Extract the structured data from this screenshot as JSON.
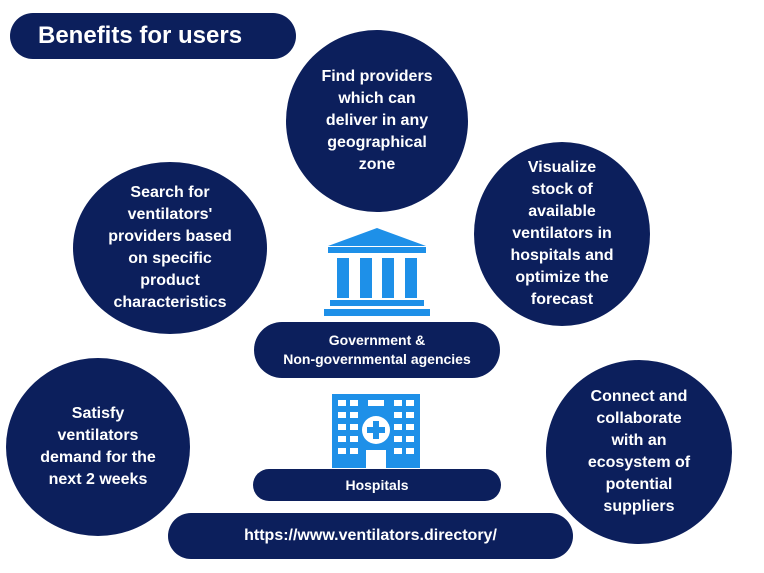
{
  "title": "Benefits for users",
  "benefits": {
    "find": [
      "Find providers",
      "which can",
      "deliver in any",
      "geographical",
      "zone"
    ],
    "search": [
      "Search for",
      "ventilators'",
      "providers based",
      "on specific",
      "product",
      "characteristics"
    ],
    "visualize": [
      "Visualize",
      "stock of",
      "available",
      "ventilators in",
      "hospitals and",
      "optimize the",
      "forecast"
    ],
    "satisfy": [
      "Satisfy",
      "ventilators",
      "demand for the",
      "next 2 weeks"
    ],
    "connect": [
      "Connect and",
      "collaborate",
      "with an",
      "ecosystem of",
      "potential",
      "suppliers"
    ]
  },
  "government": {
    "line1": "Government &",
    "line2": "Non-governmental agencies",
    "icon": "government-building-icon"
  },
  "hospitals": {
    "label": "Hospitals",
    "icon": "hospital-building-icon"
  },
  "url": "https://www.ventilators.directory/",
  "colors": {
    "navy": "#0c1f5c",
    "icon_blue": "#1e90e8"
  }
}
